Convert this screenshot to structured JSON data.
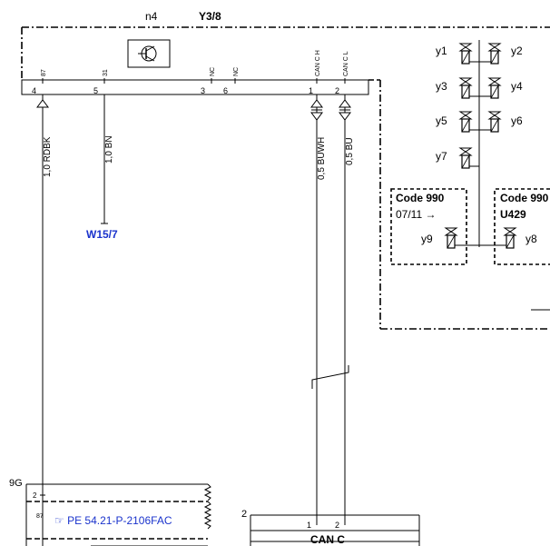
{
  "module": {
    "ref": "n4",
    "name": "Y3/8"
  },
  "connector_pins": [
    {
      "label": "87",
      "number": "4"
    },
    {
      "label": "31",
      "number": "5"
    },
    {
      "label": "NC",
      "number": "3"
    },
    {
      "label": "NC",
      "number": "6"
    },
    {
      "label": "CAN C H",
      "number": "1"
    },
    {
      "label": "CAN C L",
      "number": "2"
    }
  ],
  "wires": [
    {
      "label": "1,0 RDBK"
    },
    {
      "label": "1,0 BN"
    },
    {
      "label": "0,5 BUWH"
    },
    {
      "label": "0,5 BU"
    }
  ],
  "ground_ref": "W15/7",
  "solenoids": [
    "y1",
    "y2",
    "y3",
    "y4",
    "y5",
    "y6",
    "y7",
    "y8",
    "y9"
  ],
  "code_boxes": [
    {
      "title": "Code 990",
      "detail": "07/11 →"
    },
    {
      "title": "Code 990",
      "detail": "U429"
    }
  ],
  "lower_left": {
    "ref": "9G",
    "pin_top": "2",
    "pin_bottom": "87",
    "link": "☞ PE 54.21-P-2106FAC"
  },
  "lower_right": {
    "ref": "2",
    "pins": [
      "1",
      "2"
    ],
    "label": "CAN C"
  }
}
